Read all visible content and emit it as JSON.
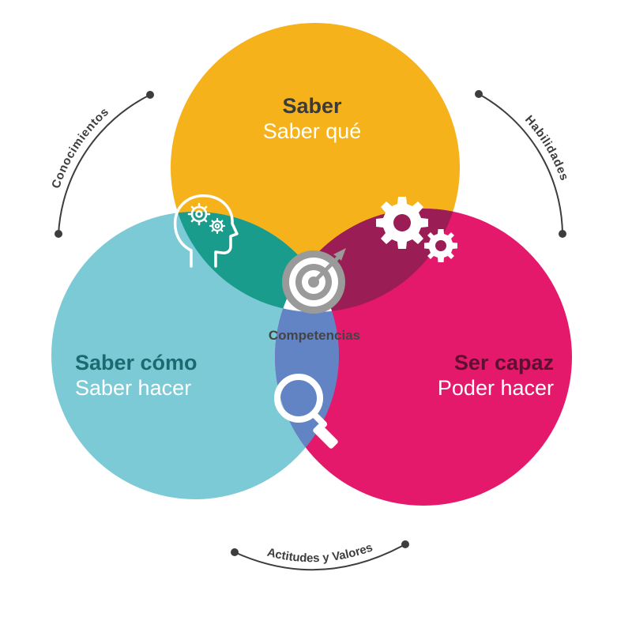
{
  "circles": {
    "top": {
      "title": "Saber",
      "subtitle": "Saber qué",
      "color": "#f5b21b",
      "title_color": "#3a3a3a"
    },
    "left": {
      "title": "Saber cómo",
      "subtitle": "Saber hacer",
      "color": "#7ccad6",
      "title_color": "#1a6b70"
    },
    "right": {
      "title": "Ser capaz",
      "subtitle": "Poder hacer",
      "color": "#e4196c",
      "title_color": "#5e1030"
    }
  },
  "overlaps": {
    "top_left": {
      "color": "#1a9c8c",
      "icon": "head-gears-icon"
    },
    "top_right": {
      "color": "#9b1d55",
      "icon": "gears-icon"
    },
    "left_right": {
      "color": "#6384c4",
      "icon": "magnifier-icon"
    }
  },
  "center": {
    "label": "Competencias",
    "icon": "target-icon"
  },
  "arcs": {
    "conocimientos": "Conocimientos",
    "habilidades": "Habilidades",
    "actitudes": "Actitudes y Valores"
  }
}
